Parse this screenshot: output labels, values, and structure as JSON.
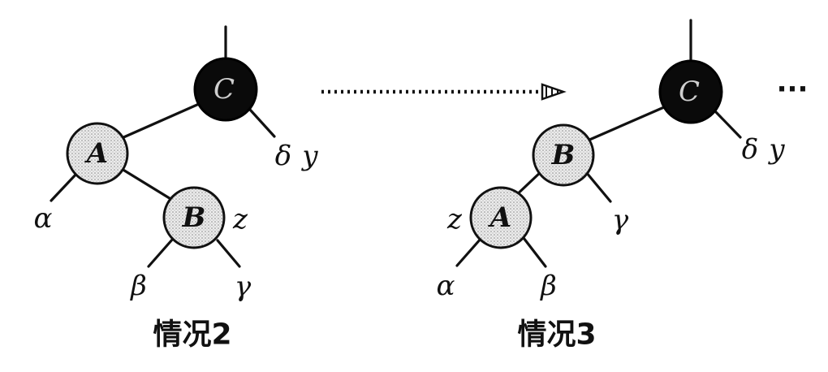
{
  "left": {
    "nodes": {
      "C": "C",
      "A": "A",
      "B": "B"
    },
    "labels": {
      "delta": "δ",
      "y": "y",
      "alpha": "α",
      "z": "z",
      "beta": "β",
      "gamma": "γ"
    },
    "caption": "情况2"
  },
  "right": {
    "nodes": {
      "C": "C",
      "B": "B",
      "A": "A"
    },
    "labels": {
      "delta": "δ",
      "y": "y",
      "gamma": "γ",
      "z": "z",
      "alpha": "α",
      "beta": "β"
    },
    "caption": "情况3"
  },
  "trailing_ellipsis": "···"
}
